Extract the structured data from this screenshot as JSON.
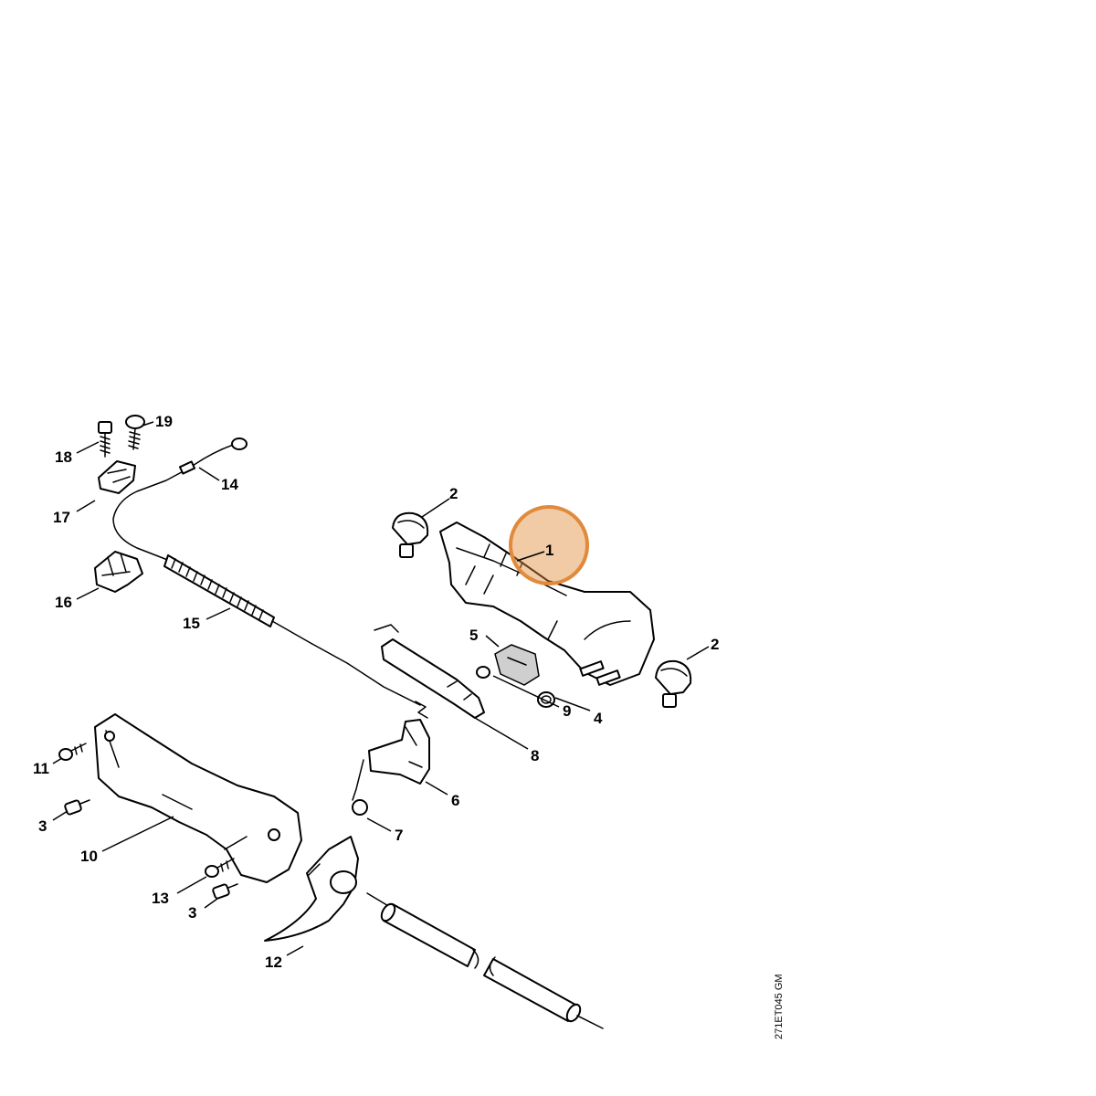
{
  "callouts": {
    "c1": "1",
    "c2a": "2",
    "c2b": "2",
    "c3a": "3",
    "c3b": "3",
    "c4": "4",
    "c5": "5",
    "c6": "6",
    "c7": "7",
    "c8": "8",
    "c9": "9",
    "c10": "10",
    "c11": "11",
    "c12": "12",
    "c13": "13",
    "c14": "14",
    "c15": "15",
    "c16": "16",
    "c17": "17",
    "c18": "18",
    "c19": "19"
  },
  "reference_code": "271ET045 GM",
  "highlight": {
    "part": "1",
    "color": "#e08a3a"
  },
  "icons": {
    "screws": "screw-icon",
    "clamps": "clamp-icon",
    "springs": "spring-icon",
    "cable": "throttle-cable-icon",
    "shaft": "drive-shaft-icon"
  }
}
